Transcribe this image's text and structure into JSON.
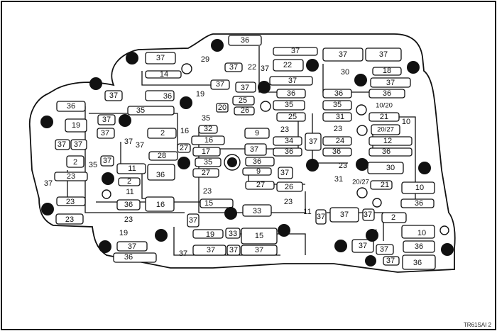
{
  "figure": {
    "reference_code": "TR61SAI 2",
    "passage_labels": {
      "p01": "36",
      "p02": "37",
      "p03": "37",
      "p04": "37",
      "p05": "37",
      "p06": "29",
      "p07": "37",
      "p08": "22",
      "p09": "37",
      "p10": "22",
      "p11": "14",
      "p12": "30",
      "p13": "18",
      "p14": "37",
      "p15": "37",
      "p16": "19",
      "p17": "37",
      "p18": "37",
      "p19": "36",
      "p20": "36",
      "p21": "36",
      "p22": "36",
      "p23": "25",
      "p24": "20",
      "p25": "26",
      "p26": "35",
      "p27": "35",
      "p28": "10/20",
      "p29": "35",
      "p30": "35",
      "p31": "25",
      "p32": "31",
      "p33": "21",
      "p34": "10",
      "p35": "37",
      "p36": "19",
      "p37": "32",
      "p38": "9",
      "p39": "23",
      "p40": "23",
      "p41": "20/27",
      "p42": "37",
      "p43": "16",
      "p44": "2",
      "p45": "37",
      "p46": "37",
      "p47": "16",
      "p48": "34",
      "p49": "37",
      "p50": "24",
      "p51": "12",
      "p52": "37",
      "p53": "37",
      "p54": "27",
      "p55": "17",
      "p56": "37",
      "p57": "36",
      "p58": "36",
      "p59": "36",
      "p60": "2",
      "p61": "35",
      "p62": "37",
      "p63": "11",
      "p64": "28",
      "p65": "35",
      "p66": "36",
      "p67": "23",
      "p68": "30",
      "p69": "23",
      "p70": "36",
      "p71": "27",
      "p72": "9",
      "p73": "37",
      "p74": "37",
      "p75": "2",
      "p76": "27",
      "p77": "26",
      "p78": "31",
      "p79": "20/27",
      "p80": "21",
      "p81": "10",
      "p82": "11",
      "p83": "23",
      "p84": "23",
      "p85": "36",
      "p86": "16",
      "p87": "15",
      "p88": "23",
      "p89": "36",
      "p90": "23",
      "p91": "33",
      "p92": "11",
      "p93": "37",
      "p94": "37",
      "p95": "37",
      "p96": "2",
      "p97": "23",
      "p98": "37",
      "p99": "19",
      "p100": "33",
      "p101": "15",
      "p102": "11",
      "p103": "10",
      "p104": "19",
      "p105": "37",
      "p106": "37",
      "p107": "36",
      "p108": "36",
      "p109": "37",
      "p110": "37",
      "p111": "37",
      "p112": "37",
      "p113": "37",
      "p114": "36",
      "p115": "37",
      "p116": "36",
      "p117": "37"
    }
  }
}
